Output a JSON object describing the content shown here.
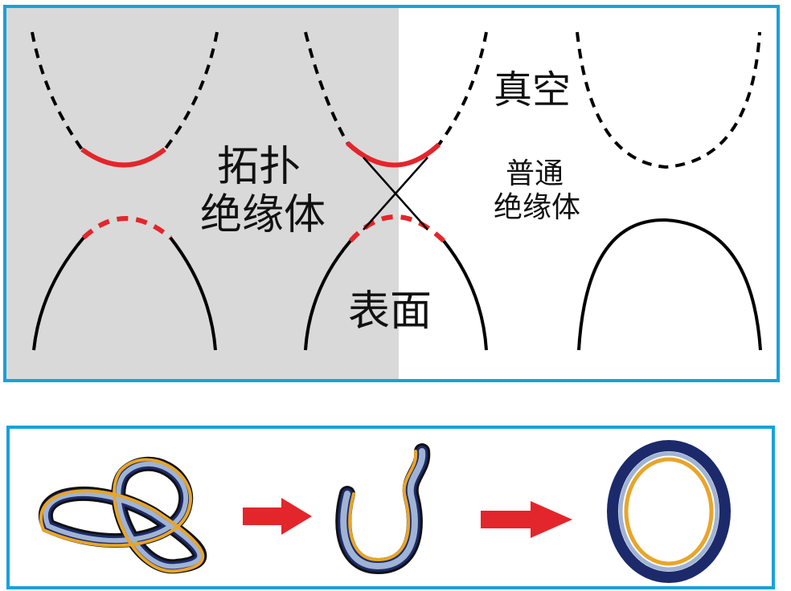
{
  "top_panel": {
    "labels": {
      "topological_insulator": [
        "拓扑",
        "绝缘体"
      ],
      "vacuum": "真空",
      "ordinary_insulator": [
        "普通",
        "绝缘体"
      ],
      "surface": "表面"
    }
  },
  "colors": {
    "frame": "#1aa0dc",
    "gray_region": "#d9d9d9",
    "band_line": "#000000",
    "highlight": "#e3262b",
    "arrow": "#e3262b",
    "ring_navy": "#1c2a6b",
    "ring_orange": "#e8a52a",
    "ring_light": "#9fb3d4"
  },
  "bottom_panel": {
    "icons": [
      "trefoil-knot-icon",
      "arrow-right-icon",
      "bent-loop-icon",
      "arrow-right-icon",
      "ring-icon"
    ]
  }
}
